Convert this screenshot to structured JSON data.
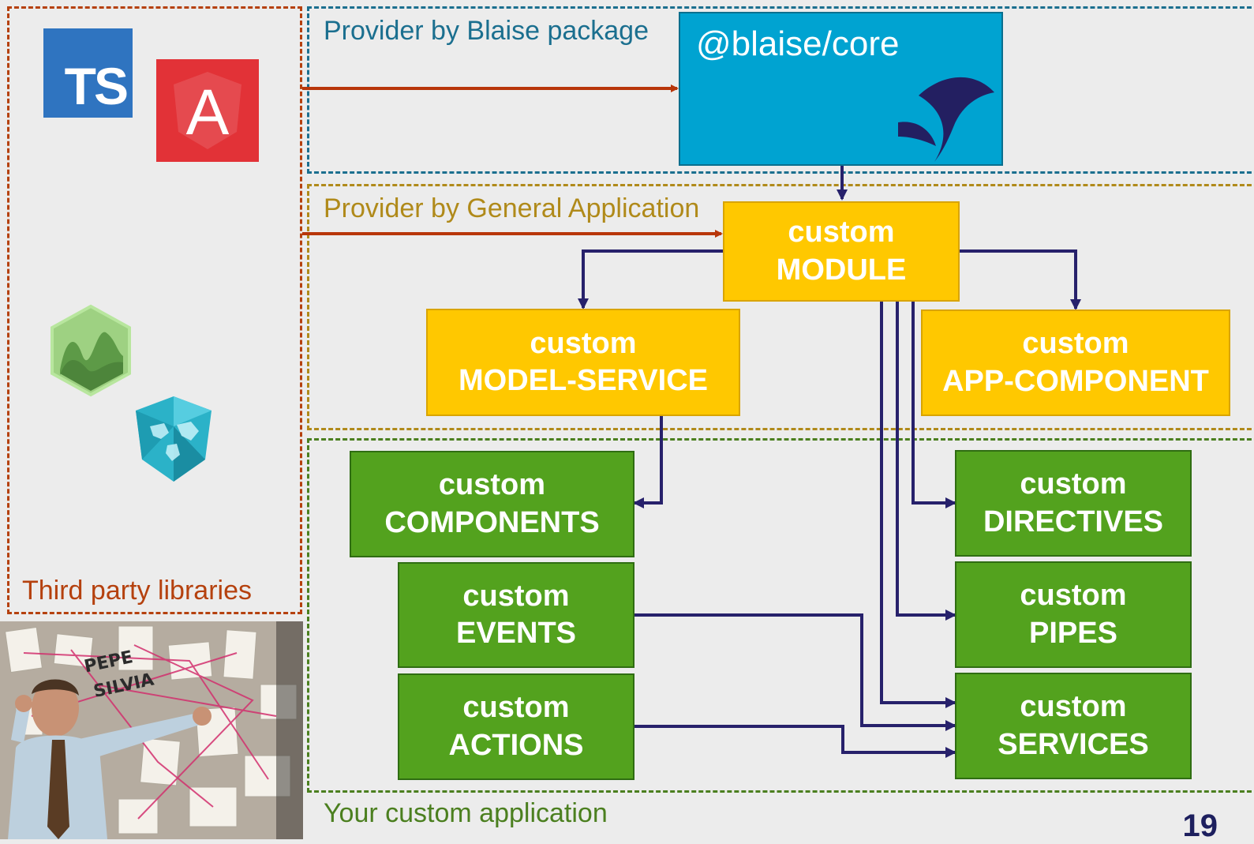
{
  "zones": {
    "third_party": {
      "label": "Third party libraries",
      "color": "#b5410e"
    },
    "blaise": {
      "label": "Provider by Blaise package",
      "color": "#1b6f8f"
    },
    "general": {
      "label": "Provider by General Application",
      "color": "#b08a1a"
    },
    "custom_app": {
      "label": "Your custom application",
      "color": "#4b7f1f"
    }
  },
  "core": {
    "label": "@blaise/core",
    "color": "#00a3d1"
  },
  "nodes": {
    "module": {
      "line1": "custom",
      "line2": "MODULE"
    },
    "model_service": {
      "line1": "custom",
      "line2": "MODEL-SERVICE"
    },
    "app_component": {
      "line1": "custom",
      "line2": "APP-COMPONENT"
    },
    "components": {
      "line1": "custom",
      "line2": "COMPONENTS"
    },
    "events": {
      "line1": "custom",
      "line2": "EVENTS"
    },
    "actions": {
      "line1": "custom",
      "line2": "ACTIONS"
    },
    "directives": {
      "line1": "custom",
      "line2": "DIRECTIVES"
    },
    "pipes": {
      "line1": "custom",
      "line2": "PIPES"
    },
    "services": {
      "line1": "custom",
      "line2": "SERVICES"
    }
  },
  "logos": {
    "typescript": {
      "icon": "typescript-logo",
      "text": "TS"
    },
    "angular": {
      "icon": "angular-logo",
      "text": "A"
    },
    "chart": {
      "icon": "chart-library-logo"
    },
    "map": {
      "icon": "map-library-logo"
    }
  },
  "colors": {
    "wire": "#27216b",
    "arrow_red": "#b8360a"
  },
  "page_number": "19"
}
